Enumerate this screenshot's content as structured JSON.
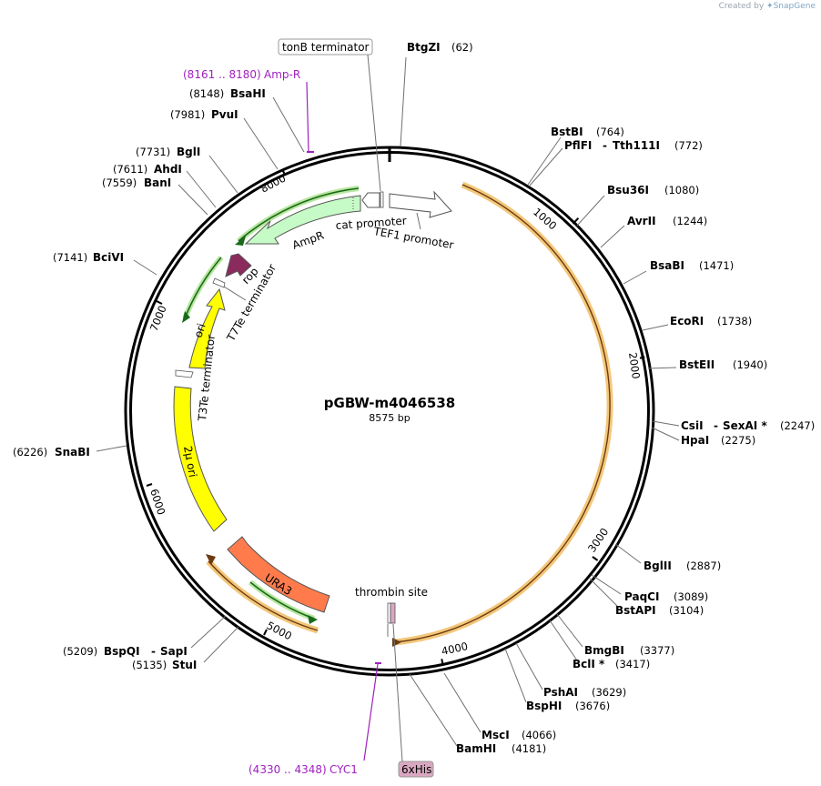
{
  "credit": {
    "prefix": "Created by",
    "brand": "SnapGene"
  },
  "plasmid": {
    "name": "pGBW-m4046538",
    "size_label": "8575 bp"
  },
  "colors": {
    "ori": "#ffff00",
    "ampr": "#c6fac6",
    "rop": "#8b2a5c",
    "ura3": "#ff7b4c",
    "his": "#d9a8c0",
    "orf": "#e8a020",
    "orf_arrow": "#228b22",
    "primer": "#a020c0"
  },
  "ticks": [
    {
      "label": "1000",
      "bp": 1000
    },
    {
      "label": "2000",
      "bp": 2000
    },
    {
      "label": "3000",
      "bp": 3000
    },
    {
      "label": "4000",
      "bp": 4000
    },
    {
      "label": "5000",
      "bp": 5000
    },
    {
      "label": "6000",
      "bp": 6000
    },
    {
      "label": "7000",
      "bp": 7000
    },
    {
      "label": "8000",
      "bp": 8000
    }
  ],
  "sites": [
    {
      "name": "BtgZI",
      "pos": "(62)"
    },
    {
      "name": "BstBI",
      "pos": "(764)"
    },
    {
      "name": "PflFI",
      "name2": "Tth111I",
      "pos": "(772)"
    },
    {
      "name": "Bsu36I",
      "pos": "(1080)"
    },
    {
      "name": "AvrII",
      "pos": "(1244)"
    },
    {
      "name": "BsaBI",
      "pos": "(1471)"
    },
    {
      "name": "EcoRI",
      "pos": "(1738)"
    },
    {
      "name": "BstEII",
      "pos": "(1940)"
    },
    {
      "name": "CsiI",
      "name2": "SexAI *",
      "pos": "(2247)"
    },
    {
      "name": "HpaI",
      "pos": "(2275)"
    },
    {
      "name": "BglII",
      "pos": "(2887)"
    },
    {
      "name": "PaqCI",
      "pos": "(3089)"
    },
    {
      "name": "BstAPI",
      "pos": "(3104)"
    },
    {
      "name": "BmgBI",
      "pos": "(3377)"
    },
    {
      "name": "BclI *",
      "pos": "(3417)"
    },
    {
      "name": "PshAI",
      "pos": "(3629)"
    },
    {
      "name": "BspHI",
      "pos": "(3676)"
    },
    {
      "name": "MscI",
      "pos": "(4066)"
    },
    {
      "name": "BamHI",
      "pos": "(4181)"
    },
    {
      "name": "StuI",
      "pos": "(5135)"
    },
    {
      "name": "BspQI",
      "name2": "SapI",
      "pos": "(5209)"
    },
    {
      "name": "SnaBI",
      "pos": "(6226)"
    },
    {
      "name": "BciVI",
      "pos": "(7141)"
    },
    {
      "name": "BanI",
      "pos": "(7559)"
    },
    {
      "name": "AhdI",
      "pos": "(7611)"
    },
    {
      "name": "BglI",
      "pos": "(7731)"
    },
    {
      "name": "PvuI",
      "pos": "(7981)"
    },
    {
      "name": "BsaHI",
      "pos": "(8148)"
    }
  ],
  "primers": [
    {
      "name": "Amp-R",
      "range": "(8161 .. 8180)"
    },
    {
      "name": "CYC1",
      "range": "(4330 .. 4348)"
    }
  ],
  "boxed": [
    {
      "name": "tonB terminator"
    },
    {
      "name": "6xHis"
    }
  ],
  "features": [
    {
      "name": "TEF1 promoter"
    },
    {
      "name": "cat promoter"
    },
    {
      "name": "AmpR"
    },
    {
      "name": "rop"
    },
    {
      "name": "T7Te terminator"
    },
    {
      "name": "ori"
    },
    {
      "name": "T3Te terminator"
    },
    {
      "name": "2μ ori"
    },
    {
      "name": "URA3"
    },
    {
      "name": "thrombin site"
    }
  ]
}
